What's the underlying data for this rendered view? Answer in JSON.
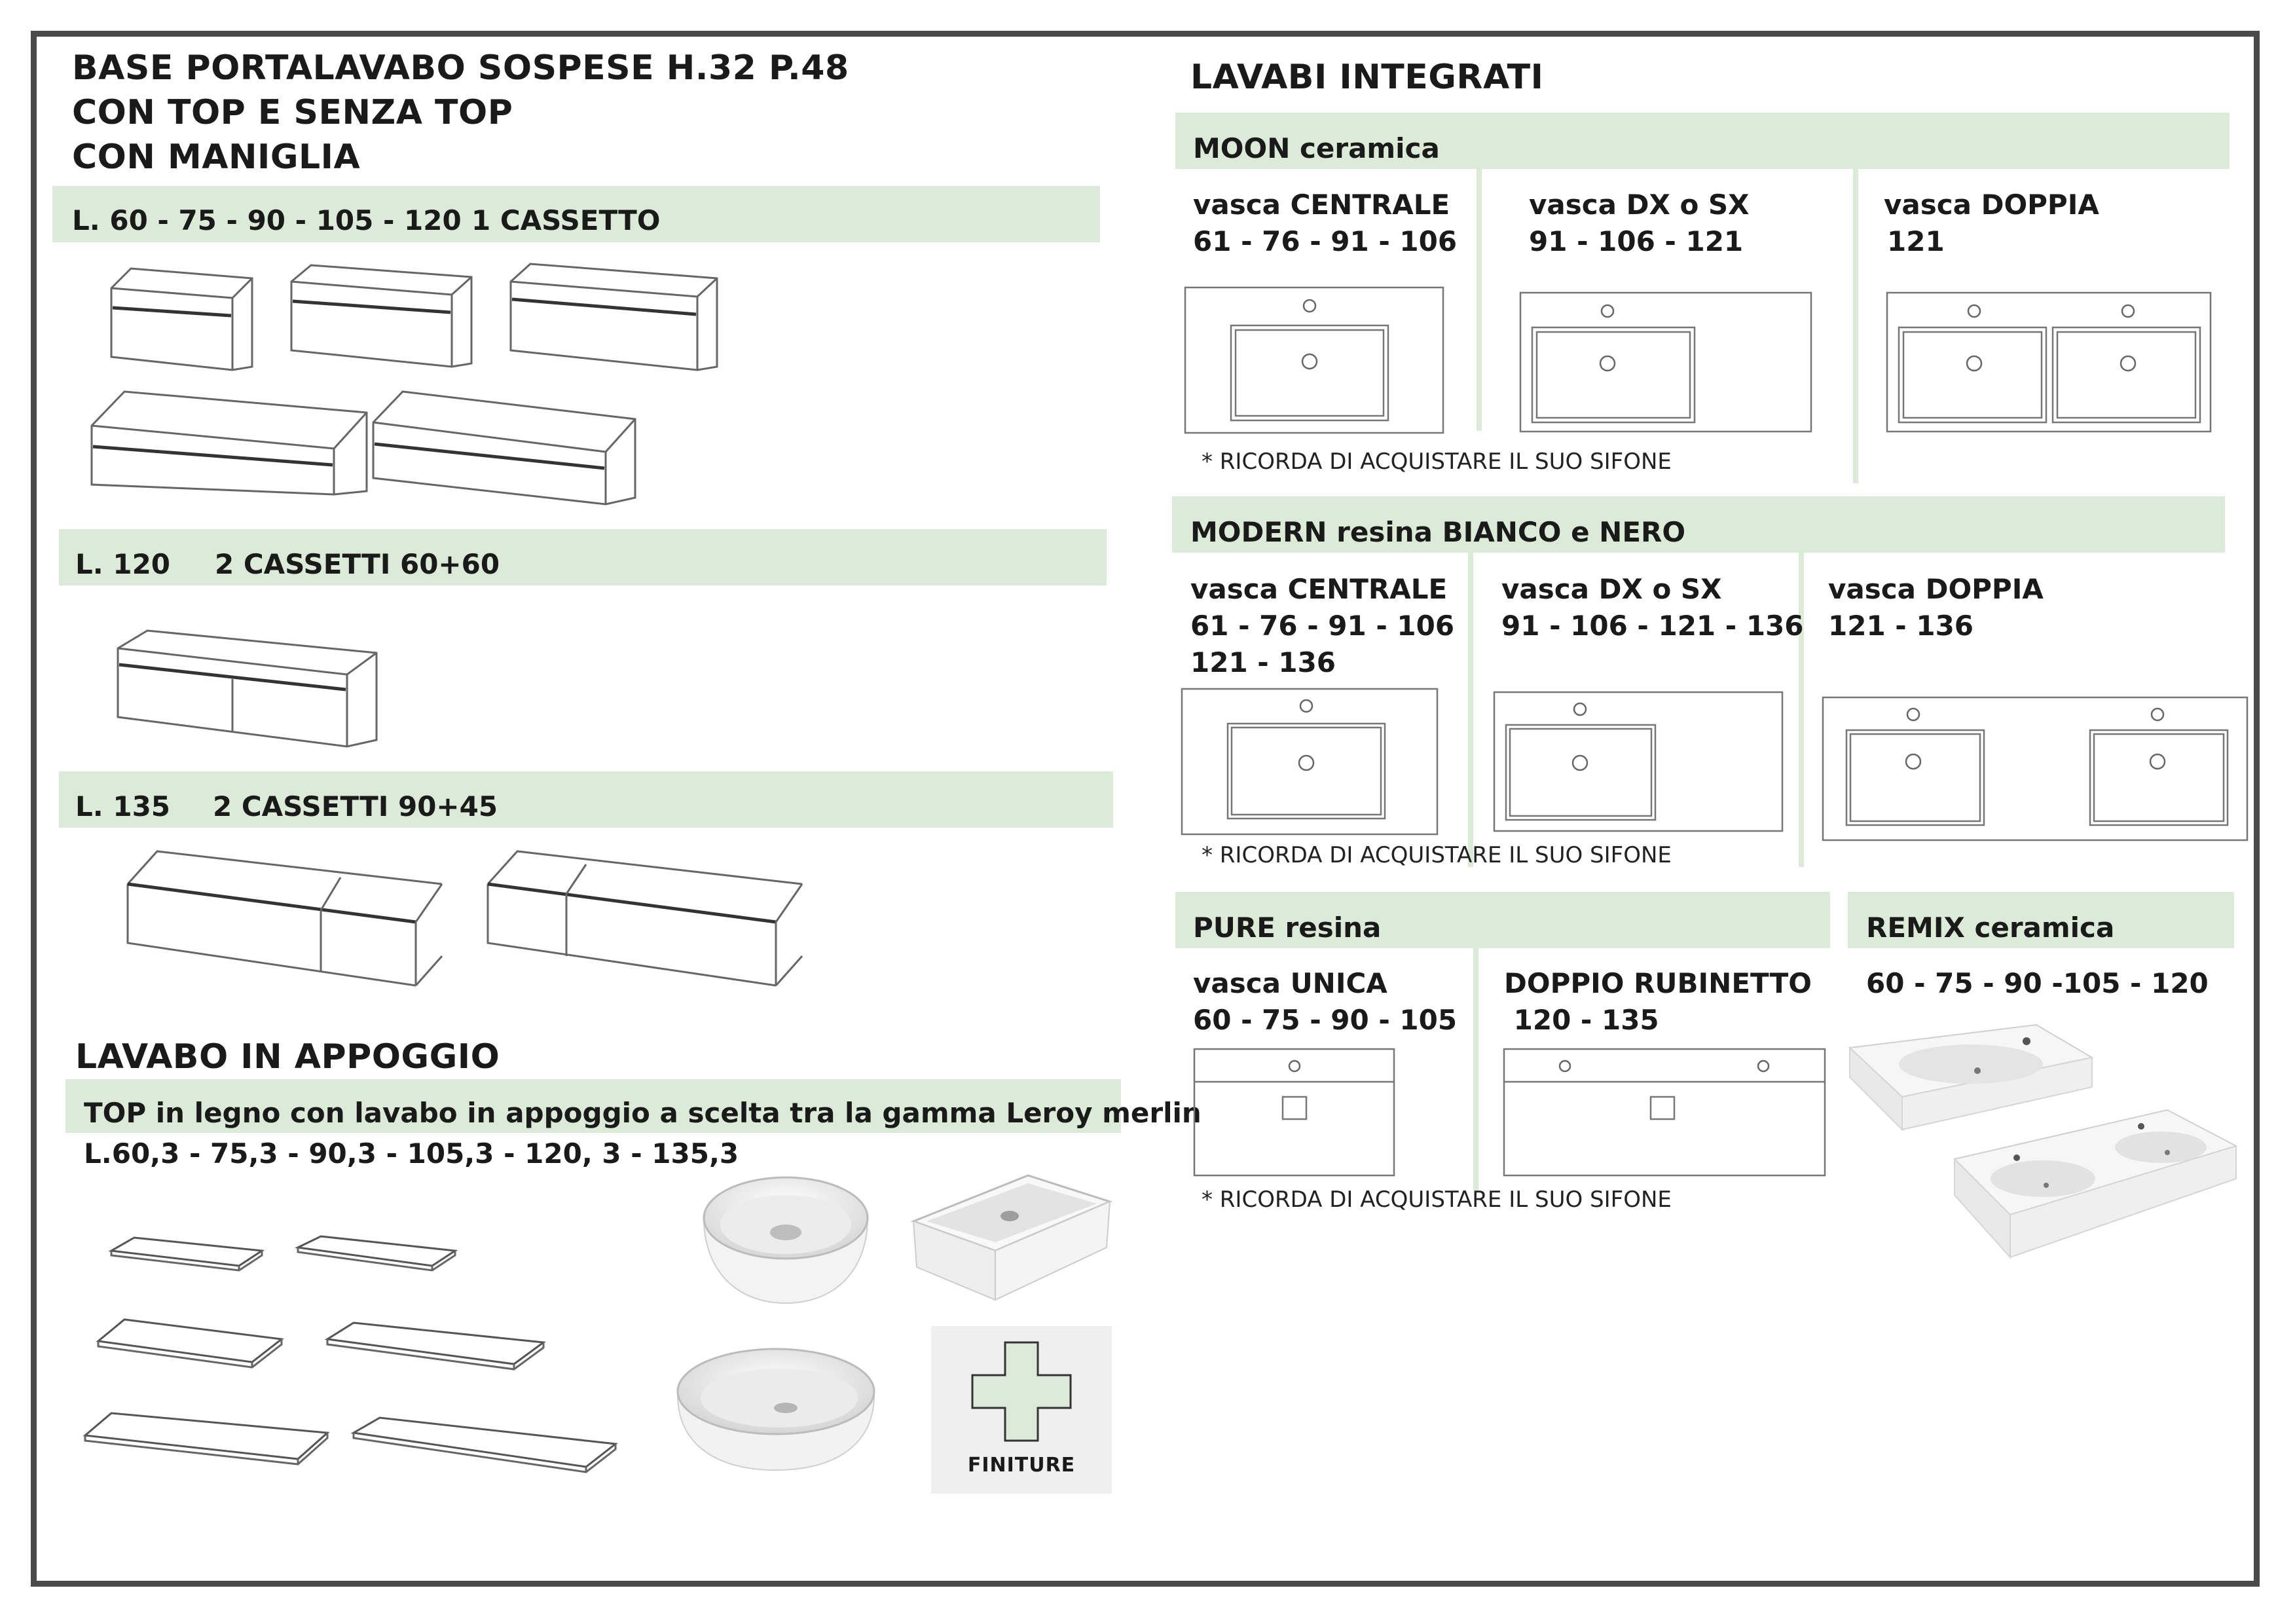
{
  "left": {
    "title_lines": [
      "BASE PORTALAVABO SOSPESE  H.32  P.48",
      "CON TOP E SENZA TOP",
      "CON MANIGLIA"
    ],
    "band1": {
      "sizes": "L. 60 - 75 - 90 - 105 - 120",
      "label": "1 CASSETTO"
    },
    "band2": {
      "sizes": "L. 120",
      "label": "2 CASSETTI 60+60"
    },
    "band3": {
      "sizes": "L. 135",
      "label": "2 CASSETTI 90+45"
    },
    "appoggio": {
      "title": "LAVABO IN APPOGGIO",
      "band": "TOP in legno con lavabo in appoggio a scelta tra la gamma Leroy merlin",
      "sizes": "L.60,3 - 75,3 - 90,3 - 105,3 - 120, 3 - 135,3"
    },
    "finiture": {
      "label": "FINITURE",
      "icon": "plus-icon",
      "accent": "#dcebd8"
    }
  },
  "right": {
    "title": "LAVABI INTEGRATI",
    "moon": {
      "band": "MOON  ceramica",
      "col1": {
        "title": "vasca CENTRALE",
        "sizes": "61 - 76 - 91 - 106"
      },
      "col2": {
        "title": "vasca DX o SX",
        "sizes": "91 - 106 - 121"
      },
      "col3": {
        "title": "vasca DOPPIA",
        "sizes": "121"
      },
      "note": "* RICORDA DI ACQUISTARE IL SUO SIFONE"
    },
    "modern": {
      "band": "MODERN resina BIANCO e NERO",
      "col1": {
        "title": "vasca CENTRALE",
        "sizes": "61 - 76 - 91 - 106",
        "sizes2": "121 - 136"
      },
      "col2": {
        "title": "vasca DX o SX",
        "sizes": "91 - 106 - 121 - 136"
      },
      "col3": {
        "title": "vasca DOPPIA",
        "sizes": "121  - 136"
      },
      "note": "* RICORDA DI ACQUISTARE IL SUO SIFONE"
    },
    "pure": {
      "band": "PURE resina",
      "col1": {
        "title": "vasca UNICA",
        "sizes": "60 - 75 - 90 - 105"
      },
      "col2": {
        "title": "DOPPIO RUBINETTO",
        "sizes": " 120 - 135"
      },
      "note": "* RICORDA DI ACQUISTARE IL SUO SIFONE"
    },
    "remix": {
      "band": "REMIX ceramica",
      "sizes": "60 - 75 - 90 -105 - 120"
    }
  },
  "colors": {
    "band": "#dcebd8",
    "frame": "#4a4a4a"
  }
}
